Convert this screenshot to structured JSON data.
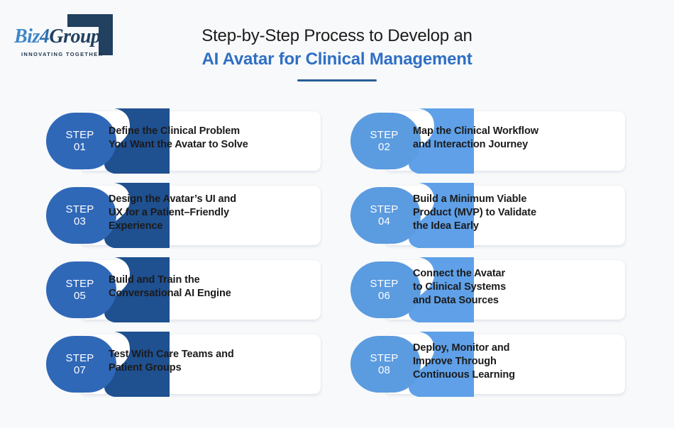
{
  "brand": {
    "logo_word_part1": "Biz",
    "logo_word_part2": "4",
    "logo_word_part3": "Group",
    "tagline": "INNOVATING TOGETHER",
    "mark_color": "#22405f"
  },
  "header": {
    "title_line1": "Step-by-Step Process to Develop an",
    "title_line2": "AI Avatar for Clinical Management",
    "accent_color": "#2f6fc4",
    "underline_color": "#2a5c96"
  },
  "colors": {
    "page_background": "#f7f9fb",
    "card_background": "#ffffff",
    "badge_dark": "#3068b8",
    "wave_dark": "#1f5090",
    "badge_light": "#5b9be0",
    "wave_light": "#5fa0e8",
    "text_primary": "#1b1b1b"
  },
  "steps": [
    {
      "badge_word": "STEP",
      "badge_number": "01",
      "lines": [
        "Define the Clinical Problem",
        "You Want the Avatar to Solve"
      ],
      "column": "left",
      "row": 0,
      "badge_color": "#3068b8",
      "wave_color": "#1f5090"
    },
    {
      "badge_word": "STEP",
      "badge_number": "02",
      "lines": [
        "Map the Clinical Workflow",
        "and Interaction Journey"
      ],
      "column": "right",
      "row": 0,
      "badge_color": "#5b9be0",
      "wave_color": "#5fa0e8"
    },
    {
      "badge_word": "STEP",
      "badge_number": "03",
      "lines": [
        "Design the Avatar’s UI and",
        "UX for a Patient–Friendly",
        "Experience"
      ],
      "column": "left",
      "row": 1,
      "badge_color": "#3068b8",
      "wave_color": "#1f5090"
    },
    {
      "badge_word": "STEP",
      "badge_number": "04",
      "lines": [
        "Build a Minimum Viable",
        "Product (MVP) to Validate",
        "the Idea Early"
      ],
      "column": "right",
      "row": 1,
      "badge_color": "#5b9be0",
      "wave_color": "#5fa0e8"
    },
    {
      "badge_word": "STEP",
      "badge_number": "05",
      "lines": [
        "Build and Train the",
        "Conversational AI Engine"
      ],
      "column": "left",
      "row": 2,
      "badge_color": "#3068b8",
      "wave_color": "#1f5090"
    },
    {
      "badge_word": "STEP",
      "badge_number": "06",
      "lines": [
        "Connect the Avatar",
        "to Clinical Systems",
        "and Data Sources"
      ],
      "column": "right",
      "row": 2,
      "badge_color": "#5b9be0",
      "wave_color": "#5fa0e8"
    },
    {
      "badge_word": "STEP",
      "badge_number": "07",
      "lines": [
        "Test With Care Teams and",
        "Patient Groups"
      ],
      "column": "left",
      "row": 3,
      "badge_color": "#3068b8",
      "wave_color": "#1f5090"
    },
    {
      "badge_word": "STEP",
      "badge_number": "08",
      "lines": [
        "Deploy, Monitor and",
        "Improve Through",
        "Continuous Learning"
      ],
      "column": "right",
      "row": 3,
      "badge_color": "#5b9be0",
      "wave_color": "#5fa0e8"
    }
  ]
}
